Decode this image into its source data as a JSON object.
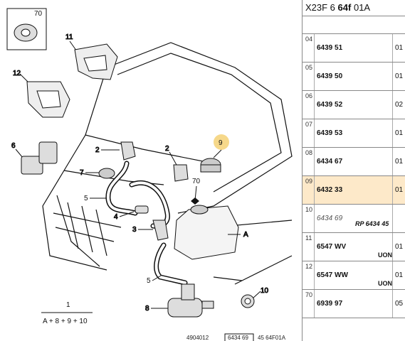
{
  "diagram": {
    "callouts": [
      "70",
      "11",
      "12",
      "6",
      "2",
      "2",
      "7",
      "5",
      "4",
      "3",
      "9",
      "70",
      "A",
      "5",
      "8",
      "10",
      "1"
    ],
    "formula": "A + 8 + 9 + 10",
    "footer_left": "4904012",
    "footer_mid": "6434 69",
    "footer_right": "45 64F01A"
  },
  "panel": {
    "header_code": "X23F 6",
    "header_bold": "64f",
    "header_suffix": "01A"
  },
  "parts": [
    {
      "index": "04",
      "ref": "6439 51",
      "qty": "01",
      "replace": "",
      "note": "",
      "highlight": false,
      "old": false
    },
    {
      "index": "05",
      "ref": "6439 50",
      "qty": "01",
      "replace": "",
      "note": "",
      "highlight": false,
      "old": false
    },
    {
      "index": "06",
      "ref": "6439 52",
      "qty": "02",
      "replace": "",
      "note": "",
      "highlight": false,
      "old": false
    },
    {
      "index": "07",
      "ref": "6439 53",
      "qty": "01",
      "replace": "",
      "note": "",
      "highlight": false,
      "old": false
    },
    {
      "index": "08",
      "ref": "6434 67",
      "qty": "01",
      "replace": "",
      "note": "",
      "highlight": false,
      "old": false
    },
    {
      "index": "09",
      "ref": "6432 33",
      "qty": "01",
      "replace": "",
      "note": "",
      "highlight": true,
      "old": false
    },
    {
      "index": "10",
      "ref": "6434 69",
      "qty": "",
      "replace": "RP 6434 45",
      "note": "",
      "highlight": false,
      "old": true
    },
    {
      "index": "11",
      "ref": "6547 WV",
      "qty": "01",
      "replace": "",
      "note": "UON",
      "highlight": false,
      "old": false
    },
    {
      "index": "12",
      "ref": "6547 WW",
      "qty": "01",
      "replace": "",
      "note": "UON",
      "highlight": false,
      "old": false
    },
    {
      "index": "70",
      "ref": "6939 97",
      "qty": "05",
      "replace": "",
      "note": "",
      "highlight": false,
      "old": false
    }
  ],
  "colors": {
    "highlight_row": "#fde9c9",
    "highlight_callout": "#f6d88a",
    "line": "#111111"
  }
}
